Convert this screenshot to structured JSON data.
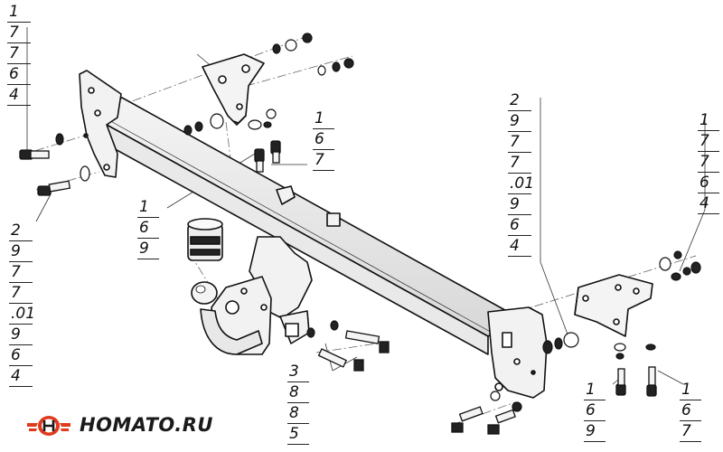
{
  "callouts": {
    "c1": [
      "1",
      "7",
      "7",
      "6",
      "4"
    ],
    "c2": [
      "2",
      "9",
      "7",
      "7",
      ".01",
      "9",
      "6",
      "4"
    ],
    "c3": [
      "1",
      "6",
      "9"
    ],
    "c4": [
      "1",
      "6",
      "7"
    ],
    "c5": [
      "2",
      "9",
      "7",
      "7",
      ".01",
      "9",
      "6",
      "4"
    ],
    "c6": [
      "1",
      "7",
      "7",
      "6",
      "4"
    ],
    "c7": [
      "3",
      "8",
      "8",
      "5"
    ],
    "c8": [
      "1",
      "6",
      "9"
    ],
    "c9": [
      "1",
      "6",
      "7"
    ]
  },
  "logo": {
    "text": "HOMATO.RU",
    "icon": "winged-car-logo",
    "colors": {
      "red": "#e03a1e",
      "black": "#1a1a1a"
    }
  }
}
